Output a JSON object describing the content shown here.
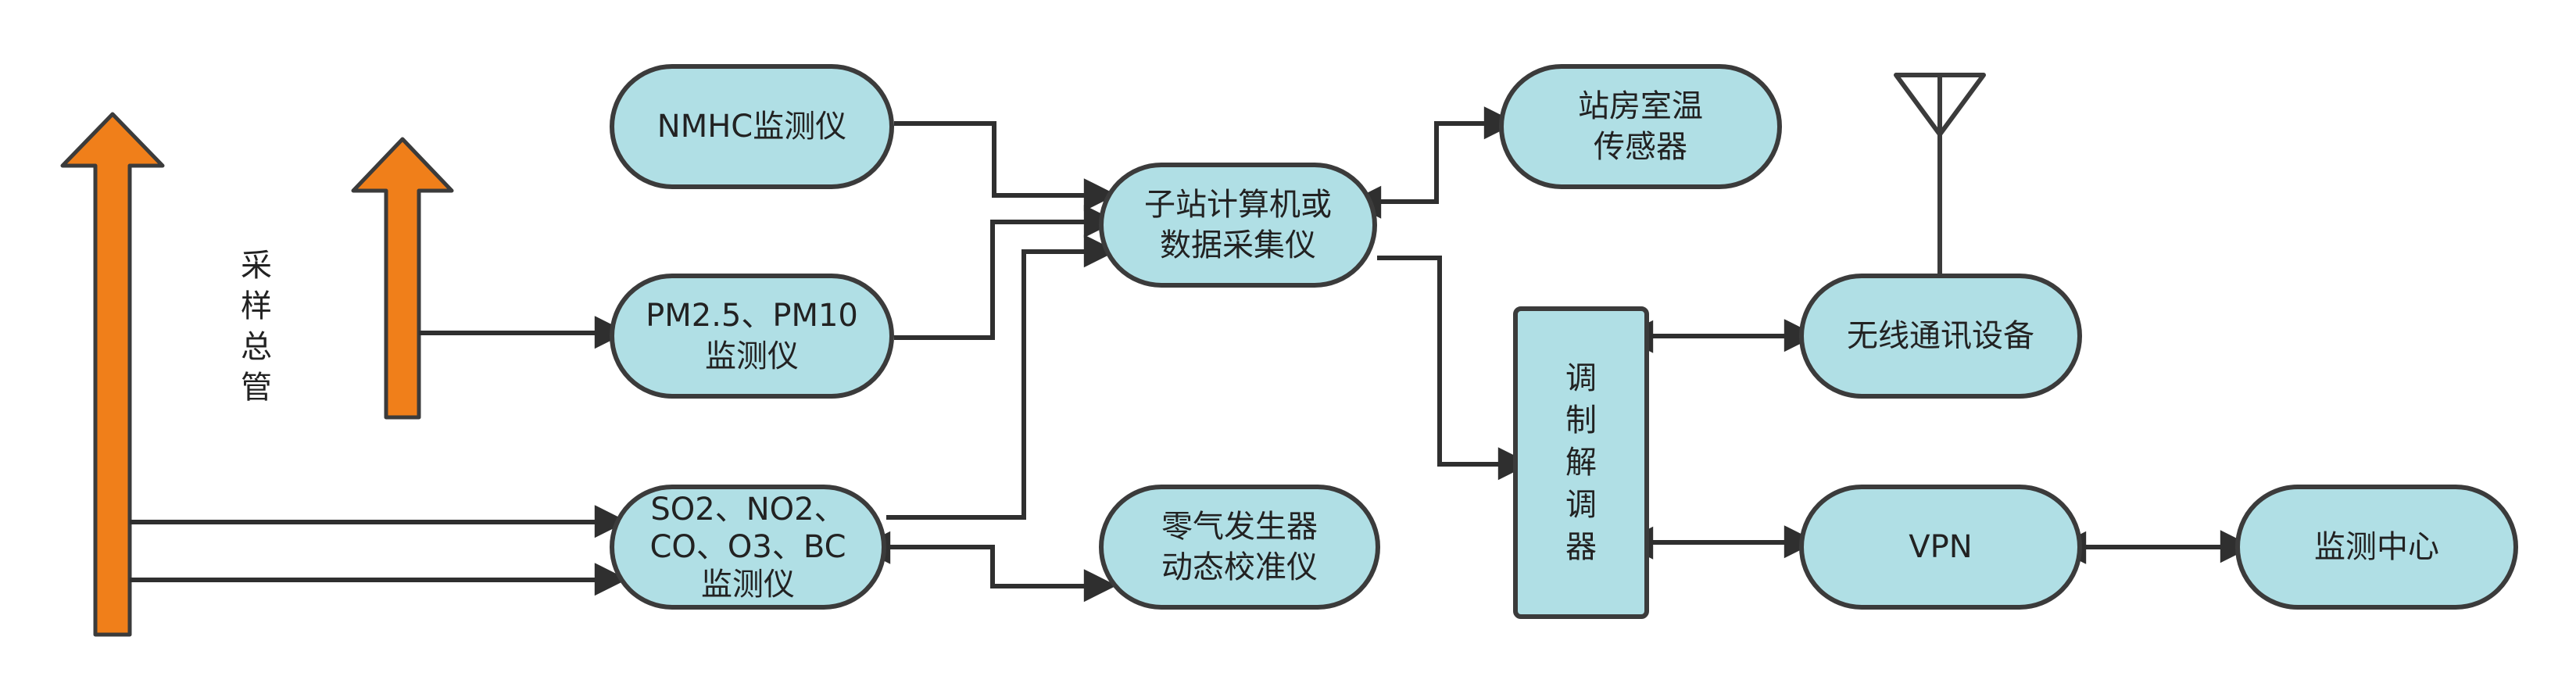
{
  "colors": {
    "node_fill": "#b0dfe5",
    "node_stroke": "#3b3b3b",
    "arrow_fill": "#f07f1a",
    "line": "#2f2f2f"
  },
  "labels": {
    "sampling_manifold": "采\n样\n总\n管"
  },
  "nodes": {
    "nmhc": "NMHC监测仪",
    "pm": "PM2.5、PM10\n监测仪",
    "so2": "SO2、NO2、\nCO、O3、BC\n监测仪",
    "computer": "子站计算机或\n数据采集仪",
    "temp": "站房室温\n传感器",
    "zero": "零气发生器\n动态校准仪",
    "modem": "调\n制\n解\n调\n器",
    "wireless": "无线通讯设备",
    "vpn": "VPN",
    "center": "监测中心"
  },
  "icons": {
    "antenna": "antenna-icon",
    "sampling_pipe_1": "up-arrow-pipe-icon",
    "sampling_pipe_2": "up-arrow-pipe-icon"
  }
}
